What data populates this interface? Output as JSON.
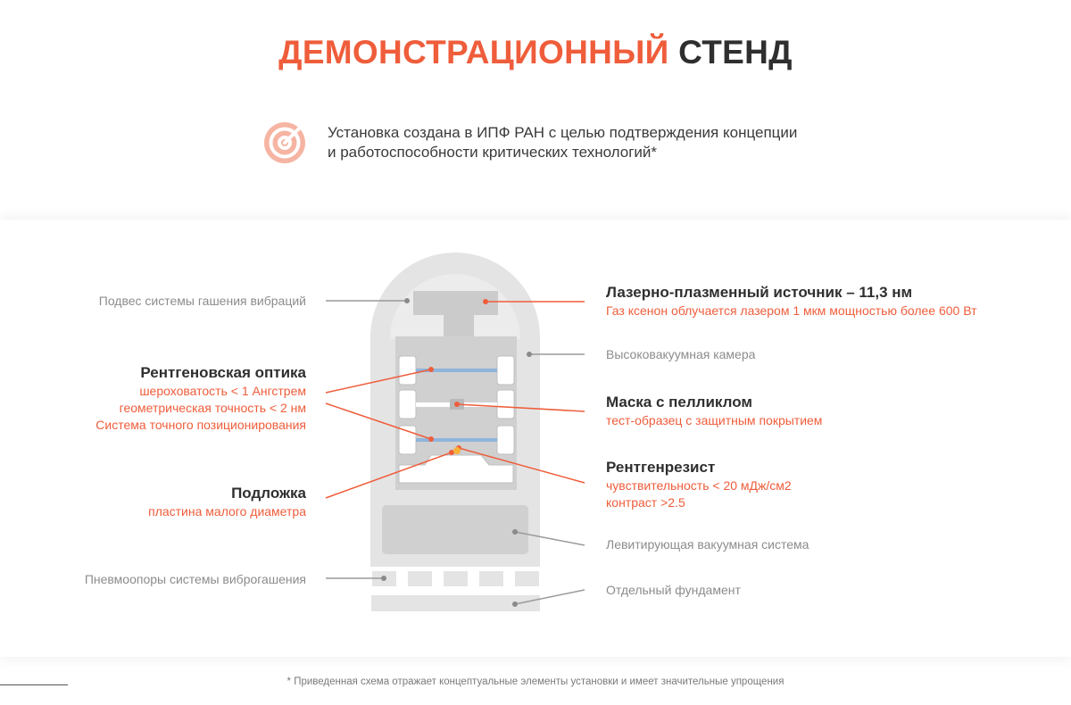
{
  "title": {
    "accent": "ДЕМОНСТРАЦИОННЫЙ",
    "rest": "СТЕНД"
  },
  "intro": {
    "icon": "target-arrow-icon",
    "line1": "Установка создана в ИПФ РАН с целью подтверждения концепции",
    "line2": "и работоспособности критических технологий*"
  },
  "labels": {
    "vibration_suspension": "Подвес системы гашения вибраций",
    "xray_optics": {
      "title": "Рентгеновская оптика",
      "line1": "шероховатость < 1 Ангстрем",
      "line2": "геометрическая точность < 2 нм",
      "line3": "Система точного позиционирования"
    },
    "substrate": {
      "title": "Подложка",
      "line1": "пластина малого диаметра"
    },
    "pneumatic_supports": "Пневмоопоры системы виброгашения",
    "laser_source": {
      "title": "Лазерно-плазменный источник – 11,3 нм",
      "line1": "Газ ксенон облучается лазером 1 мкм мощностью более 600 Вт"
    },
    "vacuum_chamber": "Высоковакуумная камера",
    "mask": {
      "title": "Маска с пелликлом",
      "line1": "тест-образец с защитным покрытием"
    },
    "resist": {
      "title": "Рентгенрезист",
      "line1": "чувствительность < 20 мДж/см2",
      "line2": "контраст >2.5"
    },
    "levitating_system": "Левитирующая вакуумная система",
    "foundation": "Отдельный фундамент"
  },
  "footnote": "* Приведенная схема отражает концептуальные элементы установки и имеет значительные упрощения",
  "colors": {
    "accent": "#ef5d3b",
    "dark": "#2f2f2f",
    "gray_text": "#8c8c8c",
    "optic_blue": "#8fb4dc"
  }
}
